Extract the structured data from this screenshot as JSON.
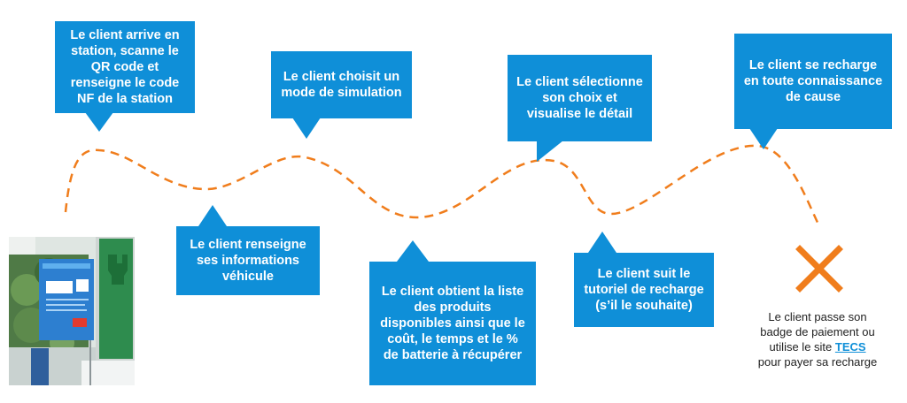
{
  "steps": [
    {
      "text": "Le client arrive en\nstation, scanne le\nQR code et\nrenseigne le code\nNF de la station"
    },
    {
      "text": "Le client renseigne\nses informations\nvéhicule"
    },
    {
      "text": "Le client choisit un\nmode de simulation"
    },
    {
      "text": "Le client obtient la liste\ndes produits\ndisponibles ainsi que le\ncoût, le temps et le %\nde batterie à récupérer"
    },
    {
      "text": "Le client sélectionne\nson choix et\nvisualise le détail"
    },
    {
      "text": "Le client suit le\ntutoriel de recharge\n(s’il le souhaite)"
    },
    {
      "text": "Le client se recharge\nen toute connaissance\nde cause"
    }
  ],
  "final": {
    "line1": "Le client passe son",
    "line2": "badge de paiement ou",
    "line3_prefix": "utilise le site ",
    "link": "TECS",
    "line4": "pour payer sa recharge"
  },
  "colors": {
    "bubble": "#0f8fd8",
    "path": "#f07d1c",
    "cross": "#f07d1c"
  }
}
